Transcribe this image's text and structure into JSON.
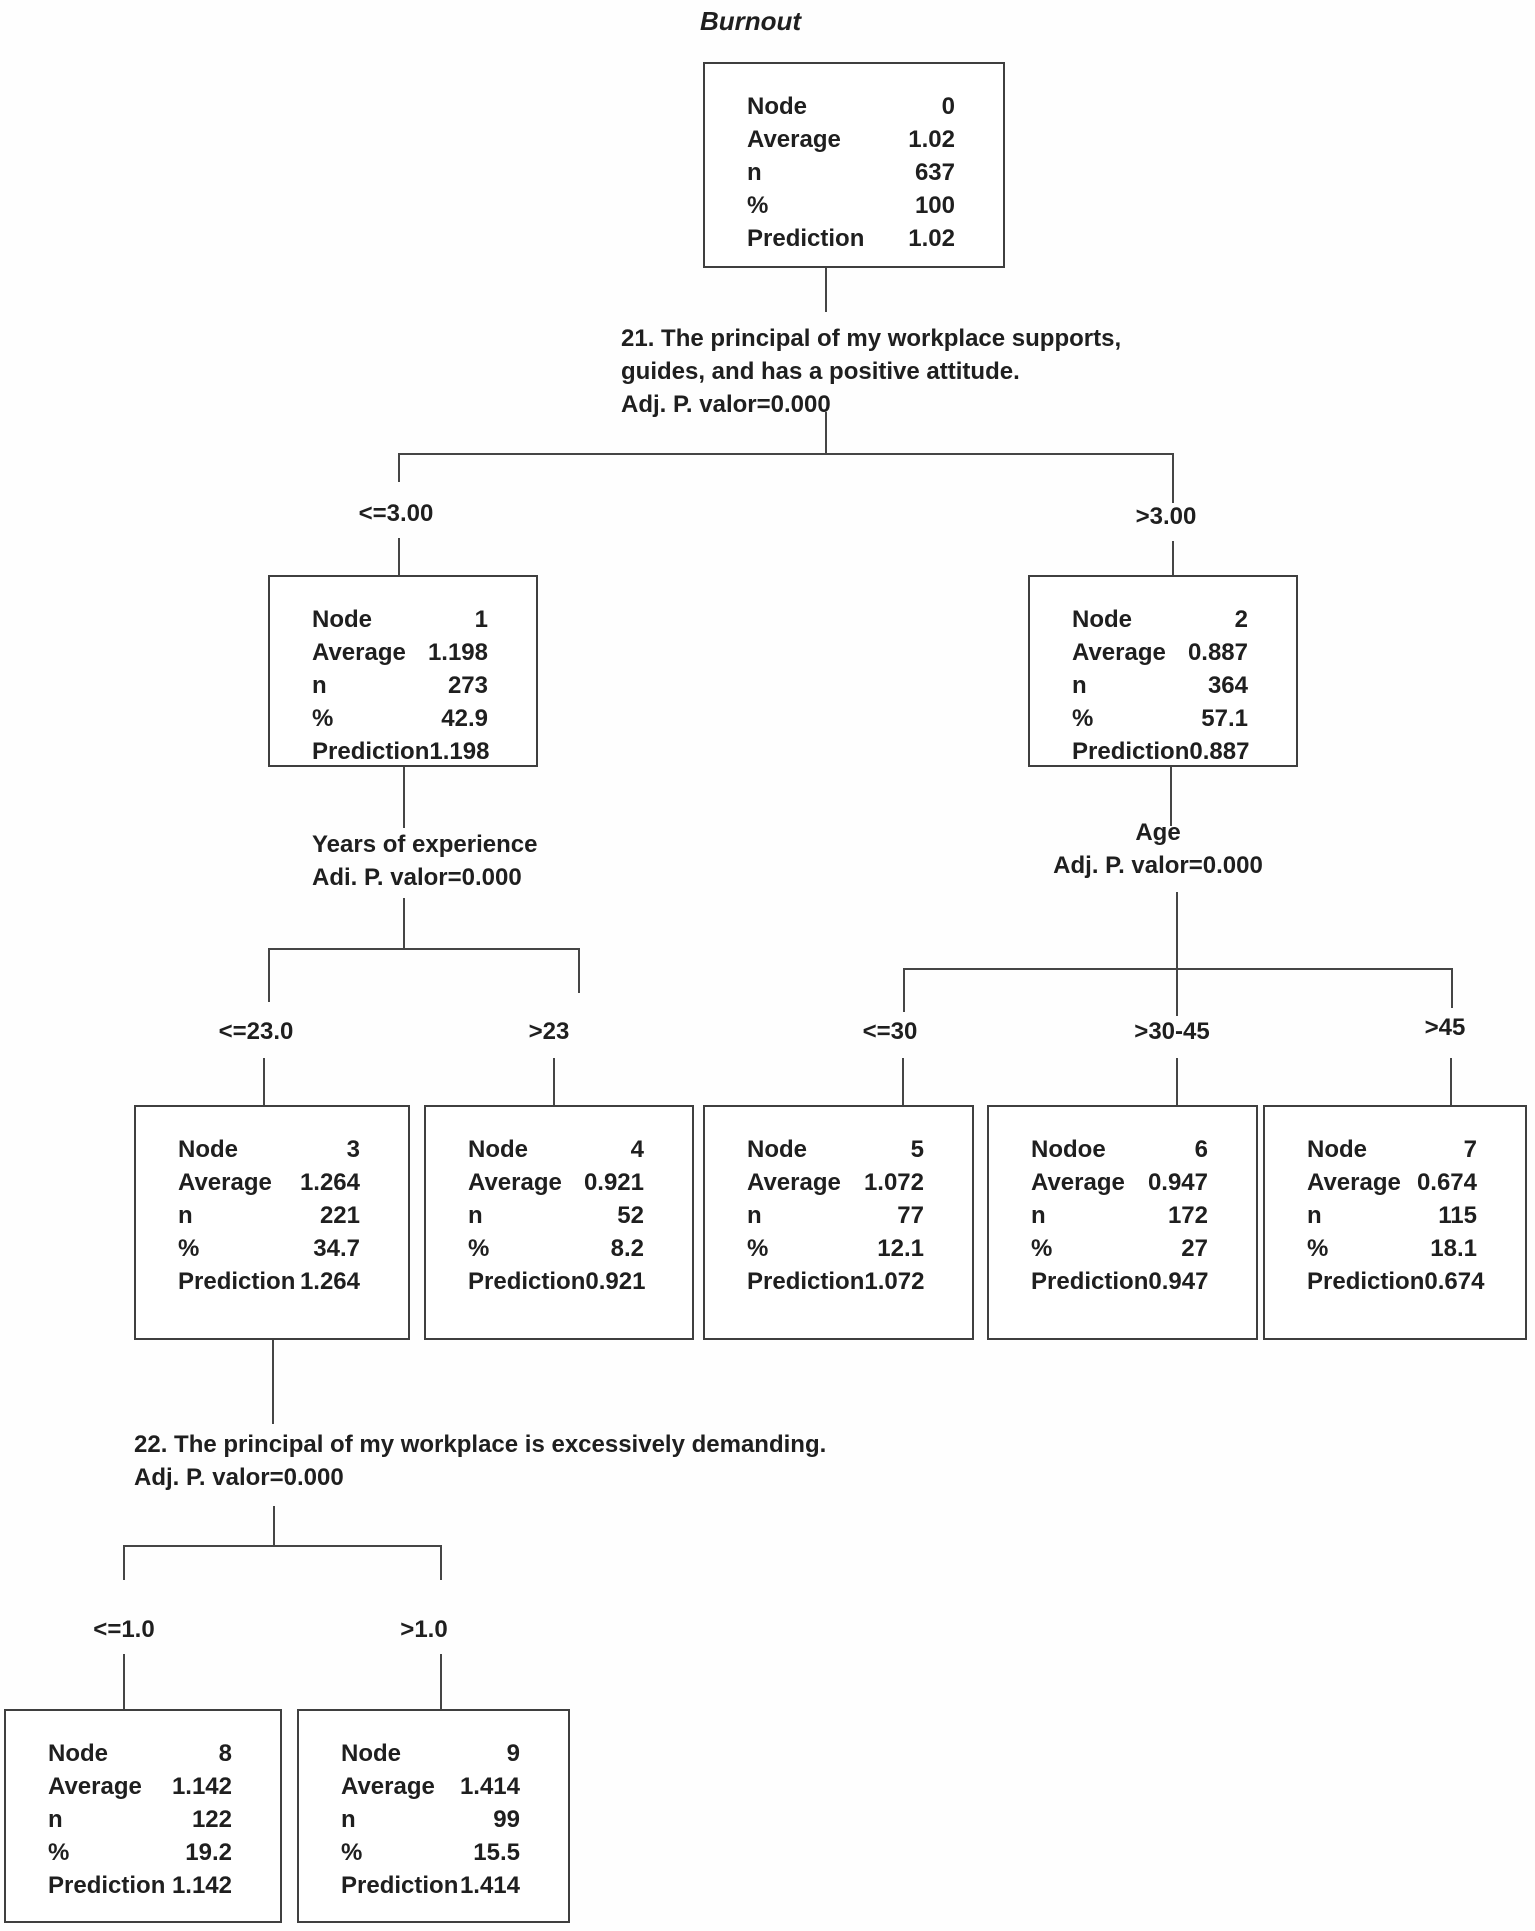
{
  "title": "Burnout",
  "field_labels": {
    "average": "Average",
    "n": "n",
    "pct": "%",
    "prediction": "Prediction"
  },
  "nodes": {
    "n0": {
      "label": "Node",
      "id": "0",
      "average": "1.02",
      "n": "637",
      "pct": "100",
      "prediction": "1.02"
    },
    "n1": {
      "label": "Node",
      "id": "1",
      "average": "1.198",
      "n": "273",
      "pct": "42.9",
      "prediction": "1.198"
    },
    "n2": {
      "label": "Node",
      "id": "2",
      "average": "0.887",
      "n": "364",
      "pct": "57.1",
      "prediction": "0.887"
    },
    "n3": {
      "label": "Node",
      "id": "3",
      "average": "1.264",
      "n": "221",
      "pct": "34.7",
      "prediction": "1.264"
    },
    "n4": {
      "label": "Node",
      "id": "4",
      "average": "0.921",
      "n": "52",
      "pct": "8.2",
      "prediction": "0.921"
    },
    "n5": {
      "label": "Node",
      "id": "5",
      "average": "1.072",
      "n": "77",
      "pct": "12.1",
      "prediction": "1.072"
    },
    "n6": {
      "label": "Nodoe",
      "id": "6",
      "average": "0.947",
      "n": "172",
      "pct": "27",
      "prediction": "0.947"
    },
    "n7": {
      "label": "Node",
      "id": "7",
      "average": "0.674",
      "n": "115",
      "pct": "18.1",
      "prediction": "0.674"
    },
    "n8": {
      "label": "Node",
      "id": "8",
      "average": "1.142",
      "n": "122",
      "pct": "19.2",
      "prediction": "1.142"
    },
    "n9": {
      "label": "Node",
      "id": "9",
      "average": "1.414",
      "n": "99",
      "pct": "15.5",
      "prediction": "1.414"
    }
  },
  "splits": {
    "root": {
      "line1": "21. The principal of my workplace supports,",
      "line2": "guides, and has a positive attitude.",
      "line3": "Adj. P. valor=0.000"
    },
    "years": {
      "line1": "Years of experience",
      "line2": "Adi. P. valor=0.000"
    },
    "age": {
      "line1": "Age",
      "line2": "Adj. P. valor=0.000"
    },
    "demanding": {
      "line1": "22. The principal of my workplace is excessively demanding.",
      "line2": "Adj. P. valor=0.000"
    }
  },
  "branches": {
    "root_left": "<=3.00",
    "root_right": ">3.00",
    "years_left": "<=23.0",
    "years_right": ">23",
    "age_left": "<=30",
    "age_mid": ">30-45",
    "age_right": ">45",
    "demanding_left": "<=1.0",
    "demanding_right": ">1.0"
  }
}
